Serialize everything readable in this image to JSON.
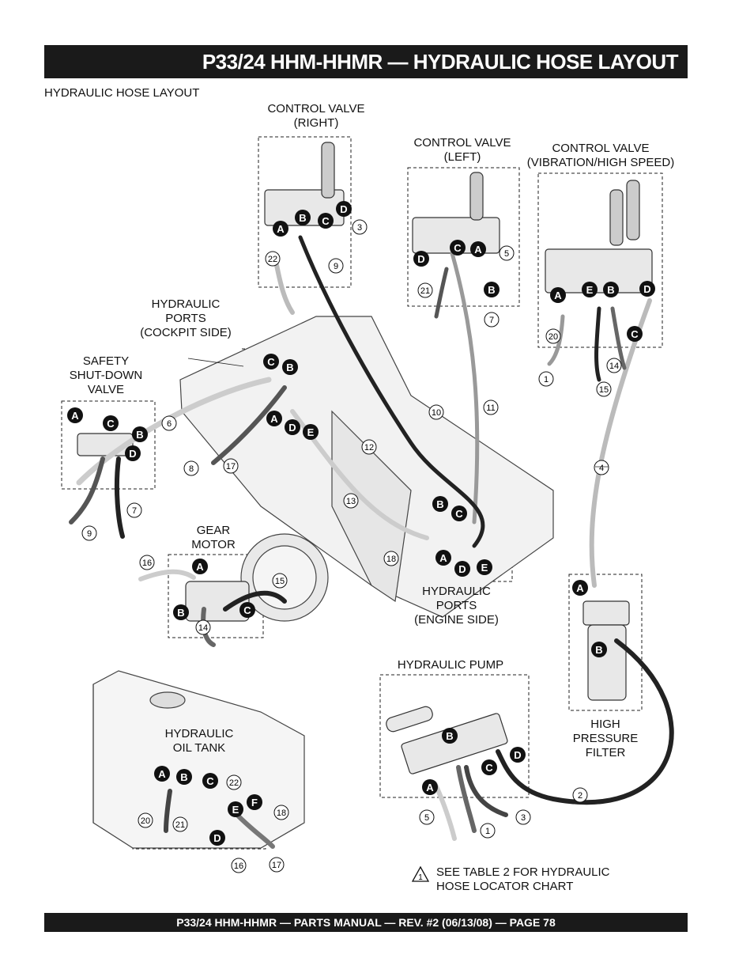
{
  "header": {
    "title": "P33/24 HHM-HHMR — HYDRAULIC HOSE LAYOUT"
  },
  "subtitle": "HYDRAULIC HOSE LAYOUT",
  "labels": {
    "cv_right_1": "CONTROL VALVE",
    "cv_right_2": "(RIGHT)",
    "cv_left_1": "CONTROL VALVE",
    "cv_left_2": "(LEFT)",
    "cv_vib_1": "CONTROL VALVE",
    "cv_vib_2": "(VIBRATION/HIGH SPEED)",
    "ports_cockpit_1": "HYDRAULIC",
    "ports_cockpit_2": "PORTS",
    "ports_cockpit_3": "(COCKPIT SIDE)",
    "safety_1": "SAFETY",
    "safety_2": "SHUT-DOWN",
    "safety_3": "VALVE",
    "gear_1": "GEAR",
    "gear_2": "MOTOR",
    "ports_engine_1": "HYDRAULIC",
    "ports_engine_2": "PORTS",
    "ports_engine_3": "(ENGINE SIDE)",
    "pump": "HYDRAULIC PUMP",
    "filter_1": "HIGH",
    "filter_2": "PRESSURE",
    "filter_3": "FILTER",
    "tank_1": "HYDRAULIC",
    "tank_2": "OIL TANK"
  },
  "note": {
    "marker": "1",
    "line1": "SEE TABLE 2 FOR HYDRAULIC",
    "line2": "HOSE LOCATOR CHART"
  },
  "callouts": [
    "1",
    "2",
    "3",
    "4",
    "5",
    "6",
    "7",
    "8",
    "9",
    "10",
    "11",
    "12",
    "13",
    "14",
    "15",
    "16",
    "17",
    "18",
    "20",
    "21",
    "22",
    "22",
    "9",
    "3",
    "5",
    "7",
    "21",
    "20",
    "14",
    "15",
    "1",
    "9",
    "7",
    "14",
    "15",
    "16",
    "17",
    "18",
    "16",
    "17",
    "1",
    "2",
    "3",
    "5"
  ],
  "ports": [
    "A",
    "B",
    "C",
    "D",
    "E",
    "F"
  ],
  "footer": {
    "text": "P33/24 HHM-HHMR — PARTS MANUAL — REV. #2 (06/13/08) — PAGE 78"
  }
}
